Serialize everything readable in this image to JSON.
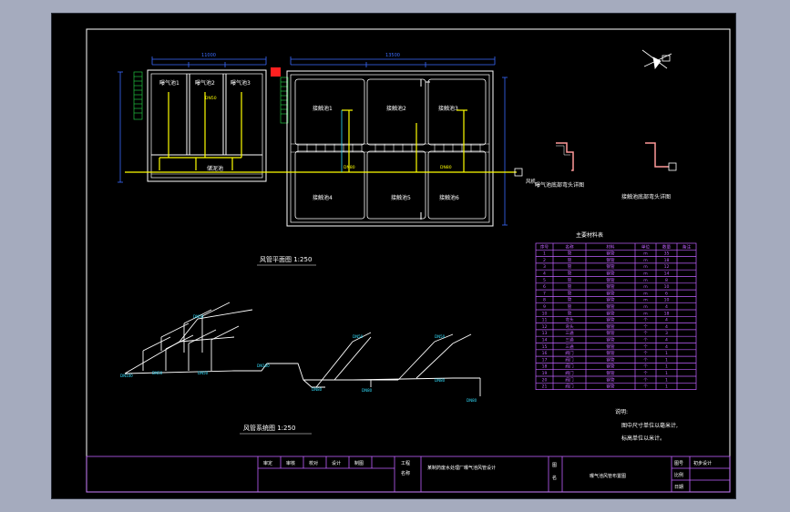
{
  "colors": {
    "background": "#000000",
    "frame": "#ffffff",
    "structure": "#ffffff",
    "pipe": "#ffff00",
    "dimension": "#3a6bff",
    "table": "#c060ff",
    "title_block": "#c060ff",
    "cyan_text": "#33e0ff",
    "white_text": "#ffffff",
    "accent_red": "#ff2020",
    "green": "#20c040"
  },
  "plan": {
    "left_rooms": [
      "曝气池1",
      "曝气池2",
      "曝气池3"
    ],
    "mid_label": "储泥池",
    "right_rooms_top": [
      "接触池1",
      "接触池2",
      "接触池3"
    ],
    "right_rooms_bottom": [
      "接触池4",
      "接触池5",
      "接触池6"
    ],
    "fan_label": "风机",
    "caption": "风管平面图 1:250"
  },
  "iso": {
    "caption": "风管系统图 1:250"
  },
  "details": {
    "detail1_caption": "曝气池底部弯头详图",
    "detail2_caption": "接触池底部弯头详图"
  },
  "materials_table": {
    "title": "主要材料表",
    "headers": [
      "序号",
      "名称",
      "材料",
      "单位",
      "数量",
      "备注"
    ],
    "rows": [
      [
        "1",
        "管",
        "钢管",
        "m",
        "35",
        ""
      ],
      [
        "2",
        "管",
        "钢管",
        "m",
        "18",
        ""
      ],
      [
        "3",
        "管",
        "钢管",
        "m",
        "12",
        ""
      ],
      [
        "4",
        "管",
        "钢管",
        "m",
        "14",
        ""
      ],
      [
        "5",
        "管",
        "钢管",
        "m",
        "8",
        ""
      ],
      [
        "6",
        "管",
        "钢管",
        "m",
        "10",
        ""
      ],
      [
        "7",
        "管",
        "钢管",
        "m",
        "6",
        ""
      ],
      [
        "8",
        "管",
        "钢管",
        "m",
        "10",
        ""
      ],
      [
        "9",
        "管",
        "钢管",
        "m",
        "4",
        ""
      ],
      [
        "10",
        "管",
        "钢管",
        "m",
        "18",
        ""
      ],
      [
        "11",
        "弯头",
        "钢管",
        "个",
        "4",
        ""
      ],
      [
        "12",
        "弯头",
        "钢管",
        "个",
        "4",
        ""
      ],
      [
        "13",
        "三通",
        "钢管",
        "个",
        "3",
        ""
      ],
      [
        "14",
        "三通",
        "钢管",
        "个",
        "4",
        ""
      ],
      [
        "15",
        "三通",
        "钢管",
        "个",
        "4",
        ""
      ],
      [
        "16",
        "阀门",
        "钢管",
        "个",
        "1",
        ""
      ],
      [
        "17",
        "阀门",
        "钢管",
        "个",
        "1",
        ""
      ],
      [
        "18",
        "阀门",
        "钢管",
        "个",
        "1",
        ""
      ],
      [
        "19",
        "阀门",
        "钢管",
        "个",
        "1",
        ""
      ],
      [
        "20",
        "阀门",
        "钢管",
        "个",
        "1",
        ""
      ],
      [
        "21",
        "阀门",
        "钢管",
        "个",
        "1",
        ""
      ]
    ]
  },
  "notes": {
    "heading": "说明:",
    "line1": "图中尺寸单位以毫米计,",
    "line2": "标高单位以米计。"
  },
  "title_block": {
    "审定": "审定",
    "审核": "审核",
    "校对": "校对",
    "设计": "设计",
    "制图": "制图",
    "工程名称_label1": "工程",
    "工程名称_label2": "名称",
    "project": "某制药废水处理厂曝气池风管设计",
    "图名_label1": "图",
    "图名_label2": "名",
    "drawing_title": "曝气池风管布置图",
    "right_label1": "图号",
    "right_value1": "初步设计",
    "right_label2": "比例",
    "right_label3": "日期"
  }
}
